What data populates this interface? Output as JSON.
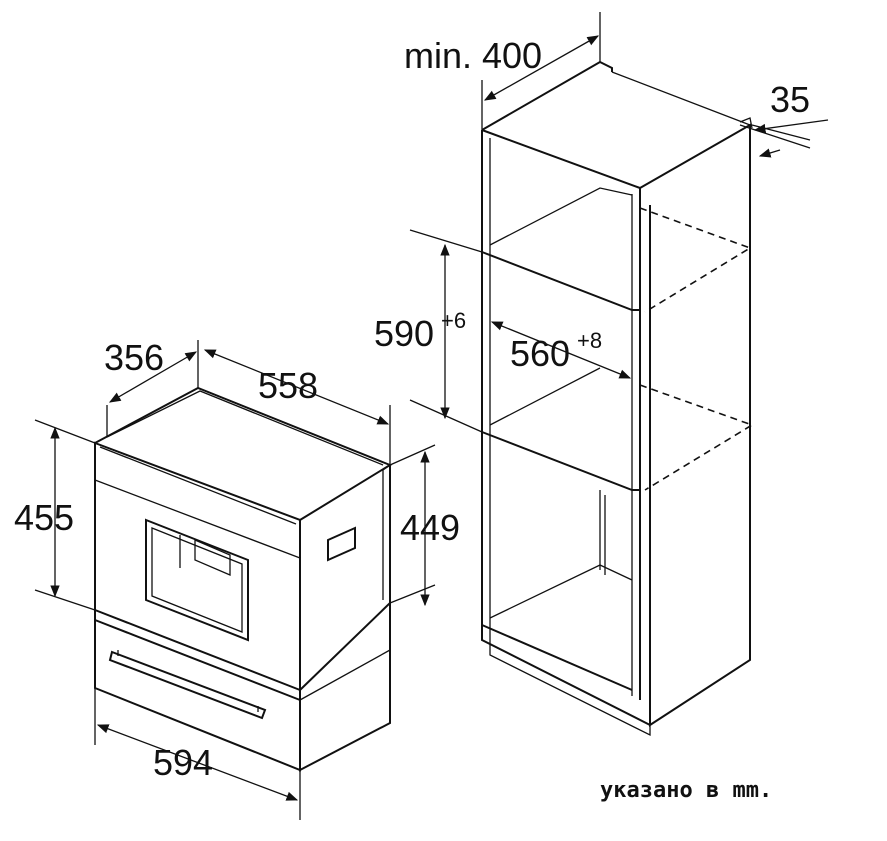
{
  "dimensions": {
    "appliance_depth": "356",
    "appliance_width_top": "558",
    "appliance_height_front": "455",
    "appliance_height_side": "449",
    "appliance_width_front": "594",
    "niche_min_depth": "min. 400",
    "cabinet_back_gap": "35",
    "niche_height": "590",
    "niche_height_tolerance": "+6",
    "niche_width": "560",
    "niche_width_tolerance": "+8"
  },
  "note": "указано в mm."
}
